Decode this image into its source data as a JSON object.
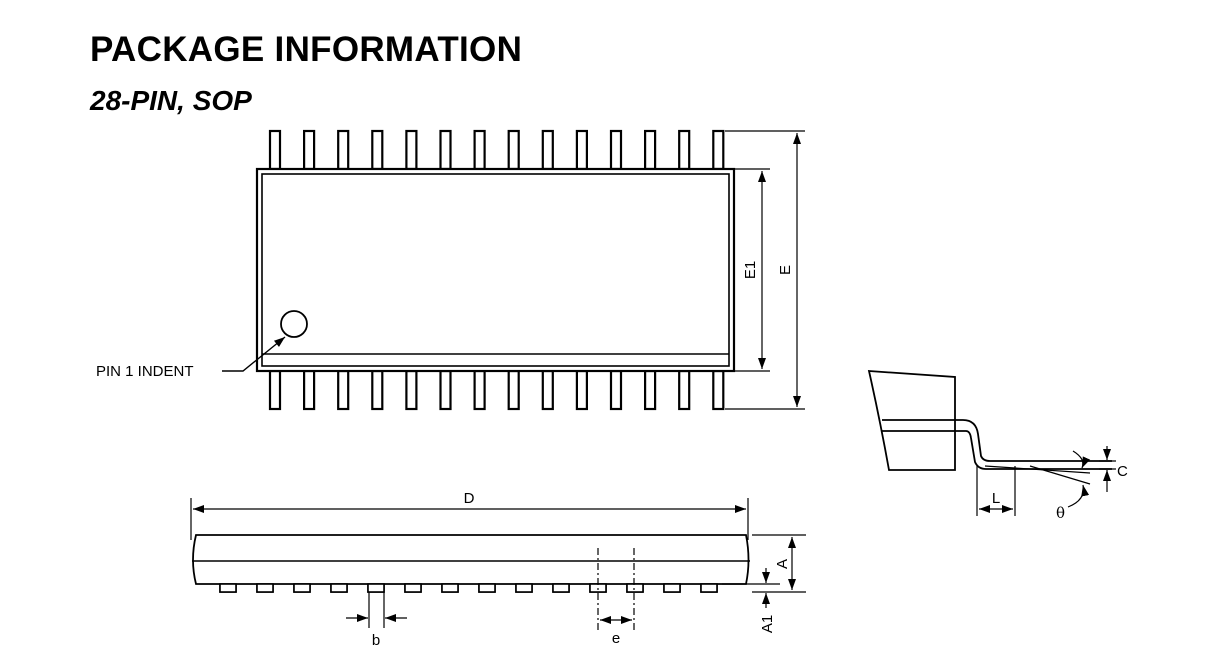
{
  "header": {
    "title": "PACKAGE INFORMATION",
    "subtitle": "28-PIN, SOP"
  },
  "diagram": {
    "pin_count": 28,
    "pins_per_side": 14,
    "labels": {
      "pin1_indent": "PIN 1 INDENT",
      "E1": "E1",
      "E": "E",
      "D": "D",
      "A": "A",
      "A1": "A1",
      "b": "b",
      "e": "e",
      "L": "L",
      "C": "C",
      "theta": "θ"
    }
  }
}
